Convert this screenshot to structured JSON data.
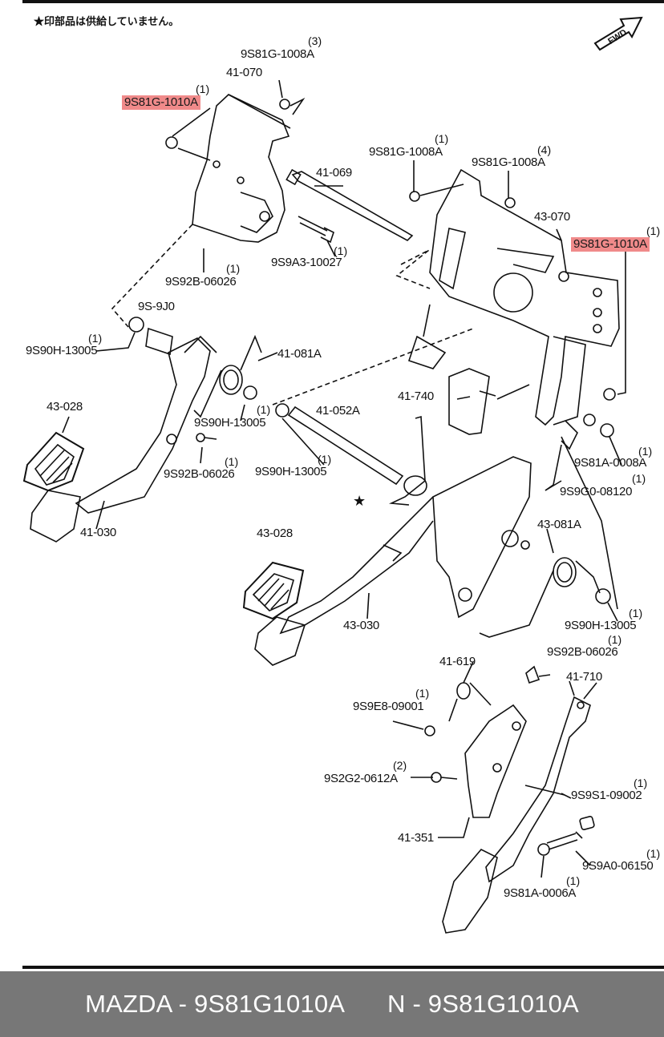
{
  "note": "★印部品は供給していません。",
  "fwd_label": "FWD",
  "star": "★",
  "labels": [
    {
      "id": "p1",
      "code": "9S81G-1008A",
      "qty": "(3)"
    },
    {
      "id": "p2",
      "code": "41-070",
      "qty": ""
    },
    {
      "id": "p3",
      "code": "9S81G-1010A",
      "qty": "(1)",
      "highlight": true
    },
    {
      "id": "p4",
      "code": "41-069",
      "qty": ""
    },
    {
      "id": "p5",
      "code": "9S81G-1008A",
      "qty": "(1)"
    },
    {
      "id": "p6",
      "code": "9S81G-1008A",
      "qty": "(4)"
    },
    {
      "id": "p7",
      "code": "43-070",
      "qty": ""
    },
    {
      "id": "p8",
      "code": "9S81G-1010A",
      "qty": "(1)",
      "highlight": true
    },
    {
      "id": "p9",
      "code": "9S9A3-10027",
      "qty": "(1)"
    },
    {
      "id": "p10",
      "code": "9S92B-06026",
      "qty": "(1)"
    },
    {
      "id": "p11",
      "code": "9S-9J0",
      "qty": ""
    },
    {
      "id": "p12",
      "code": "9S90H-13005",
      "qty": "(1)"
    },
    {
      "id": "p13",
      "code": "41-081A",
      "qty": ""
    },
    {
      "id": "p14",
      "code": "43-028",
      "qty": ""
    },
    {
      "id": "p15",
      "code": "9S90H-13005",
      "qty": "(1)"
    },
    {
      "id": "p16",
      "code": "41-052A",
      "qty": ""
    },
    {
      "id": "p17",
      "code": "41-740",
      "qty": ""
    },
    {
      "id": "p18",
      "code": "9S92B-06026",
      "qty": "(1)"
    },
    {
      "id": "p19",
      "code": "9S90H-13005",
      "qty": "(1)"
    },
    {
      "id": "p20",
      "code": "9S81A-0008A",
      "qty": "(1)"
    },
    {
      "id": "p21",
      "code": "9S9G0-08120",
      "qty": "(1)"
    },
    {
      "id": "p22",
      "code": "41-030",
      "qty": ""
    },
    {
      "id": "p23",
      "code": "43-028",
      "qty": ""
    },
    {
      "id": "p24",
      "code": "43-081A",
      "qty": ""
    },
    {
      "id": "p25",
      "code": "43-030",
      "qty": ""
    },
    {
      "id": "p26",
      "code": "9S90H-13005",
      "qty": "(1)"
    },
    {
      "id": "p27",
      "code": "9S92B-06026",
      "qty": "(1)"
    },
    {
      "id": "p28",
      "code": "41-619",
      "qty": ""
    },
    {
      "id": "p29",
      "code": "41-710",
      "qty": ""
    },
    {
      "id": "p30",
      "code": "9S9E8-09001",
      "qty": "(1)"
    },
    {
      "id": "p31",
      "code": "9S2G2-0612A",
      "qty": "(2)"
    },
    {
      "id": "p32",
      "code": "9S9S1-09002",
      "qty": "(1)"
    },
    {
      "id": "p33",
      "code": "41-351",
      "qty": ""
    },
    {
      "id": "p34",
      "code": "9S9A0-06150",
      "qty": "(1)"
    },
    {
      "id": "p35",
      "code": "9S81A-0006A",
      "qty": "(1)"
    }
  ],
  "footer": {
    "left": "MAZDA - 9S81G1010A",
    "right": "N - 9S81G1010A"
  },
  "colors": {
    "highlight": "#f08a8a",
    "footer_bg": "#777777",
    "footer_text": "#ffffff"
  }
}
